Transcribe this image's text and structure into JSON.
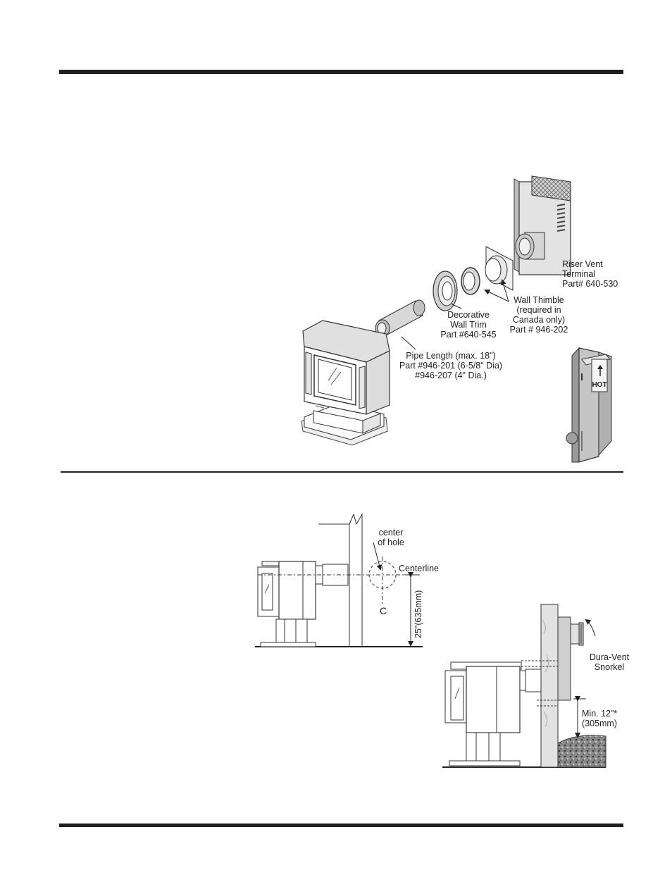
{
  "top_diagram": {
    "riser": {
      "l1": "Riser Vent",
      "l2": "Terminal",
      "l3": "Part# 640-530"
    },
    "thimble": {
      "l1": "Wall Thimble",
      "l2": "(required in",
      "l3": "Canada only)",
      "l4": "Part # 946-202"
    },
    "trim": {
      "l1": "Decorative",
      "l2": "Wall Trim",
      "l3": "Part #640-545"
    },
    "pipe": {
      "l1": "Pipe Length (max. 18\")",
      "l2": "Part #946-201 (6-5/8\" Dia)",
      "l3": "#946-207 (4\" Dia.)"
    },
    "hot_label": "HOT"
  },
  "left_diagram": {
    "center_hole_l1": "center",
    "center_hole_l2": "of hole",
    "centerline": "Centerline",
    "cl_symbol": "C",
    "height": "25\"(635mm)"
  },
  "right_diagram": {
    "snorkel_l1": "Dura-Vent",
    "snorkel_l2": "Snorkel",
    "min_l1": "Min. 12\"*",
    "min_l2": "(305mm)"
  }
}
